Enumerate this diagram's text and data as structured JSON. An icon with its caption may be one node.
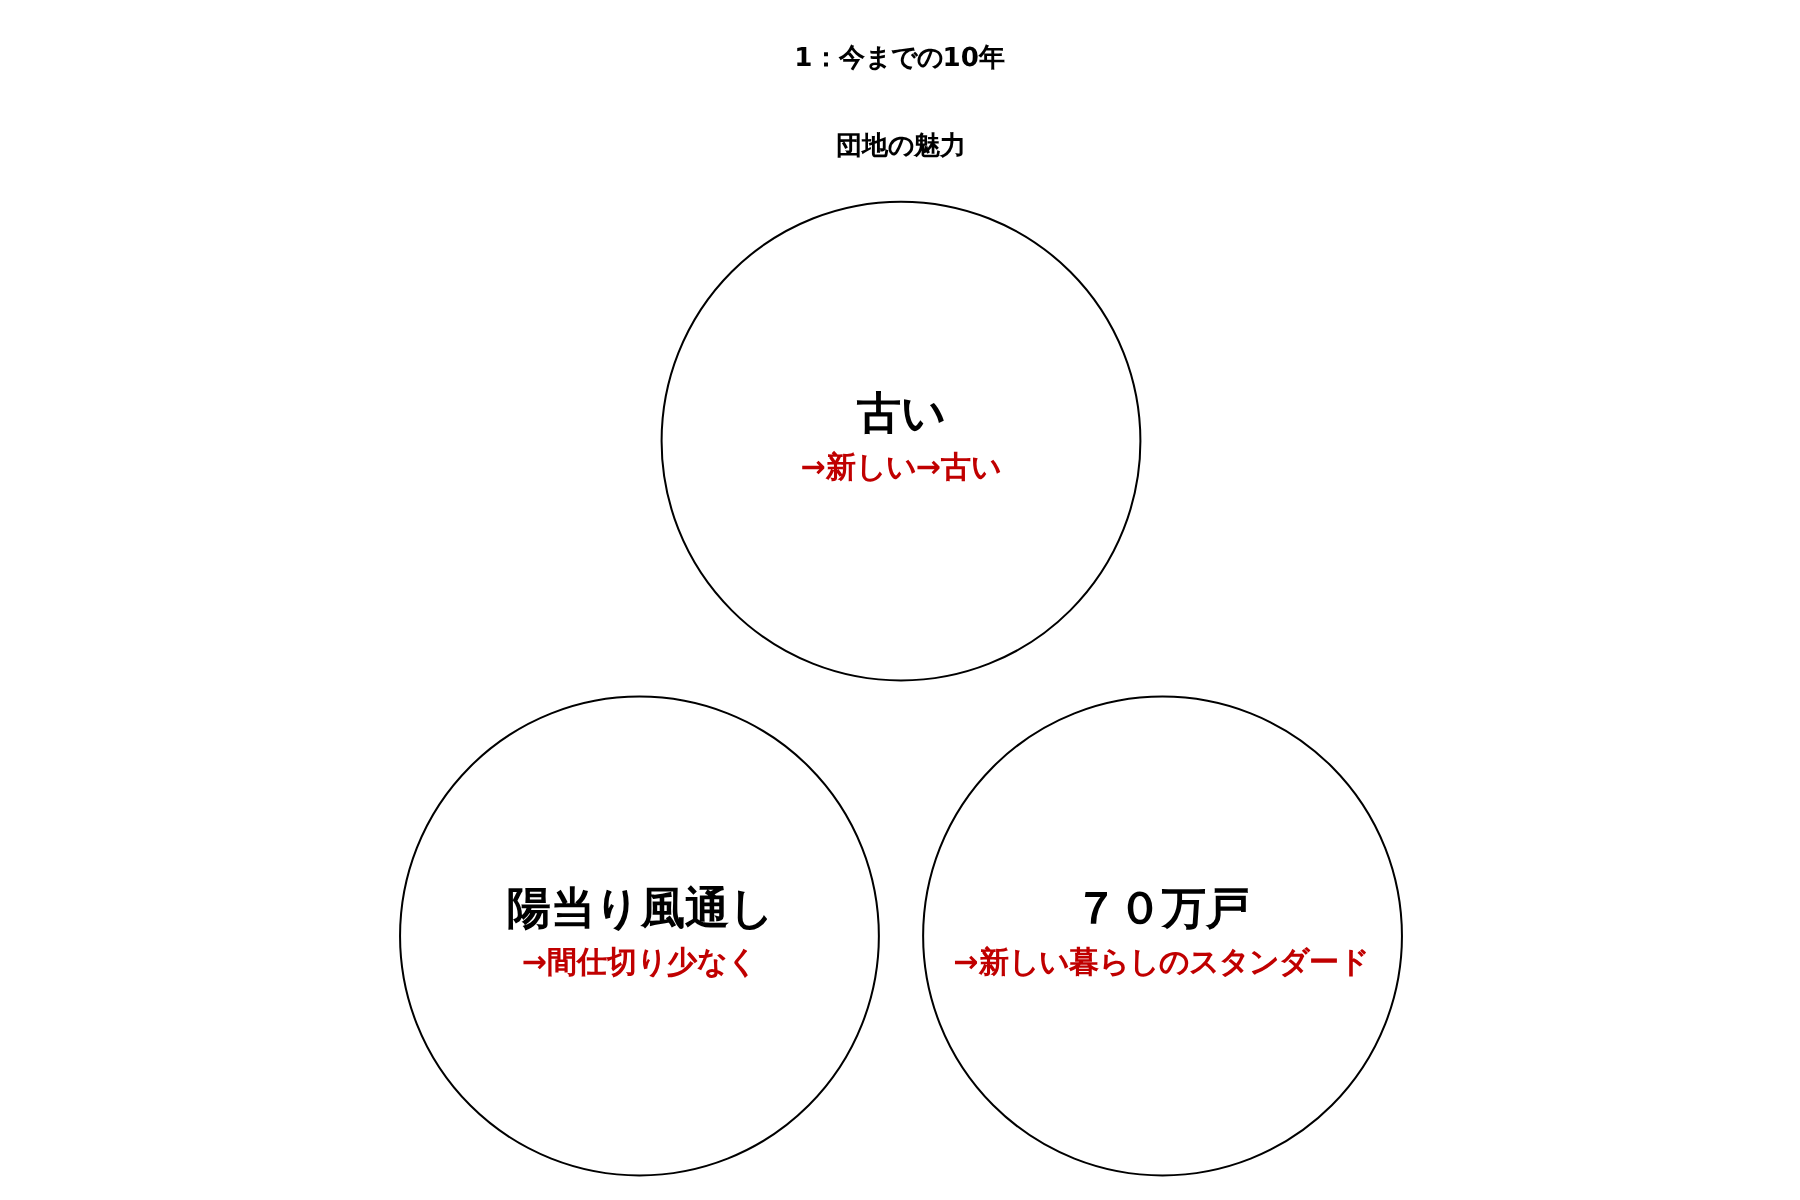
{
  "diagram": {
    "nodes": [
      {
        "text": [
          "古い",
          "→新しい→古い"
        ]
      },
      {
        "text": [
          "陽当り風通し",
          "→間仕切り少なく"
        ]
      },
      {
        "text": [
          "７０万戸",
          "→新しい暮らしのスタンダード"
        ]
      }
    ],
    "edges": [],
    "labels": [
      "1：今までの10年",
      "団地の魅力"
    ]
  }
}
